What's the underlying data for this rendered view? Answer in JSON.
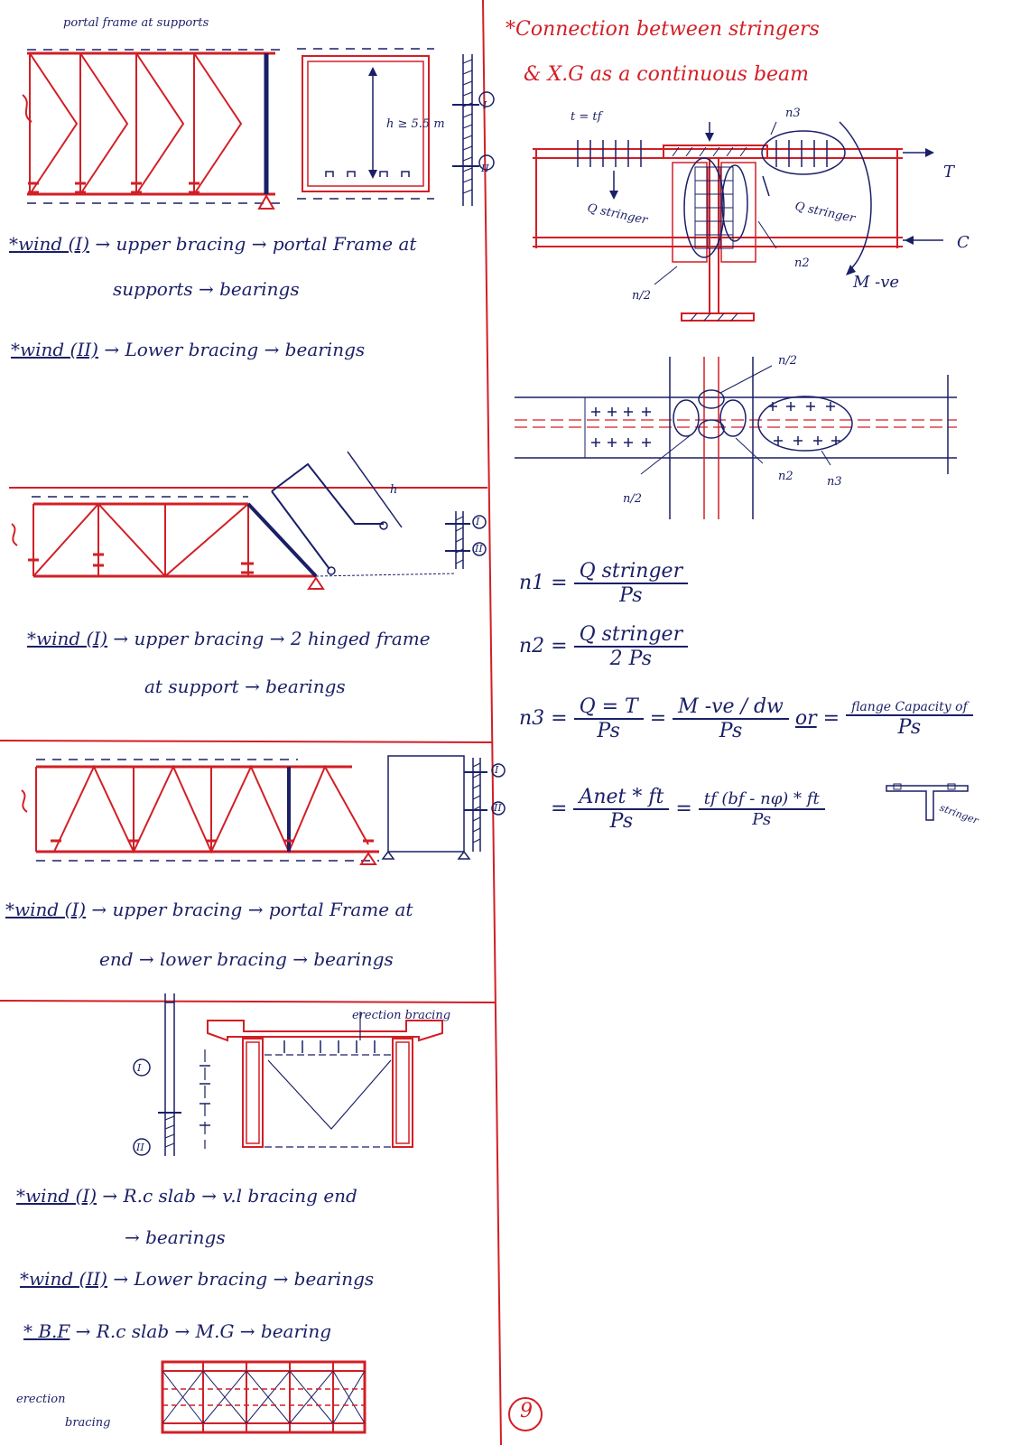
{
  "colors": {
    "ink_blue": "#1a1f66",
    "ink_red": "#d21f26",
    "paper": "#ffffff"
  },
  "left": {
    "sec1": {
      "label_top": "portal frame at supports",
      "h_label": "h ≥ 5.5 m",
      "roman_1": "I",
      "roman_2": "II",
      "line1_wind": "*wind (I)",
      "line1_rest": "→ upper bracing → portal Frame at",
      "line2": "supports → bearings",
      "line3_wind": "*wind (II)",
      "line3_rest": "→ Lower bracing → bearings"
    },
    "sec2": {
      "h_label": "h",
      "roman_1": "I",
      "roman_2": "II",
      "line1_wind": "*wind (I)",
      "line1_rest": "→ upper bracing → 2 hinged frame",
      "line2": "at support → bearings"
    },
    "sec3": {
      "roman_1": "I",
      "roman_2": "II",
      "line1_wind": "*wind (I)",
      "line1_rest": "→ upper bracing → portal Frame at",
      "line2": "end → lower bracing → bearings"
    },
    "sec4": {
      "erection_label": "erection bracing",
      "roman_1": "I",
      "roman_2": "II",
      "line1_wind": "*wind (I)",
      "line1_rest": "→ R.c slab → v.l bracing end",
      "line2": "→ bearings",
      "line3_wind": "*wind (II)",
      "line3_rest": "→ Lower bracing → bearings",
      "line4_bf": "* B.F",
      "line4_rest": "→ R.c slab → M.G → bearing",
      "erection_side_label_1": "erection",
      "erection_side_label_2": "bracing"
    }
  },
  "right": {
    "title_line1": "*Connection between stringers",
    "title_line2": "& X.G as a continuous beam",
    "fig1": {
      "t_label": "t = tf",
      "q_left": "Q stringer",
      "q_right": "Q stringer",
      "n3": "n3",
      "n2": "n2",
      "n_half": "n/2",
      "T": "T",
      "C": "C",
      "M": "M -ve"
    },
    "fig2": {
      "n_half_top": "n/2",
      "n2": "n2",
      "n3": "n3",
      "n_half_bottom": "n/2"
    },
    "equations": {
      "n1_lhs": "n1 =",
      "n1_num": "Q stringer",
      "n1_den": "Ps",
      "n2_lhs": "n2 =",
      "n2_num": "Q stringer",
      "n2_den": "2 Ps",
      "n3_lhs": "n3 =",
      "n3_num": "Q = T",
      "n3_den": "Ps",
      "n3_mid_num": "M -ve / dw",
      "n3_mid_den": "Ps",
      "or": "or",
      "n3_right_num": "flange Capacity of",
      "n3_right_den": "Ps",
      "eq4_num": "Anet * ft",
      "eq4_den": "Ps",
      "eq5_num": "tf (bf - nφ) * ft",
      "eq5_den": "Ps",
      "stringer_note": "stringer"
    },
    "page_number": "9"
  }
}
